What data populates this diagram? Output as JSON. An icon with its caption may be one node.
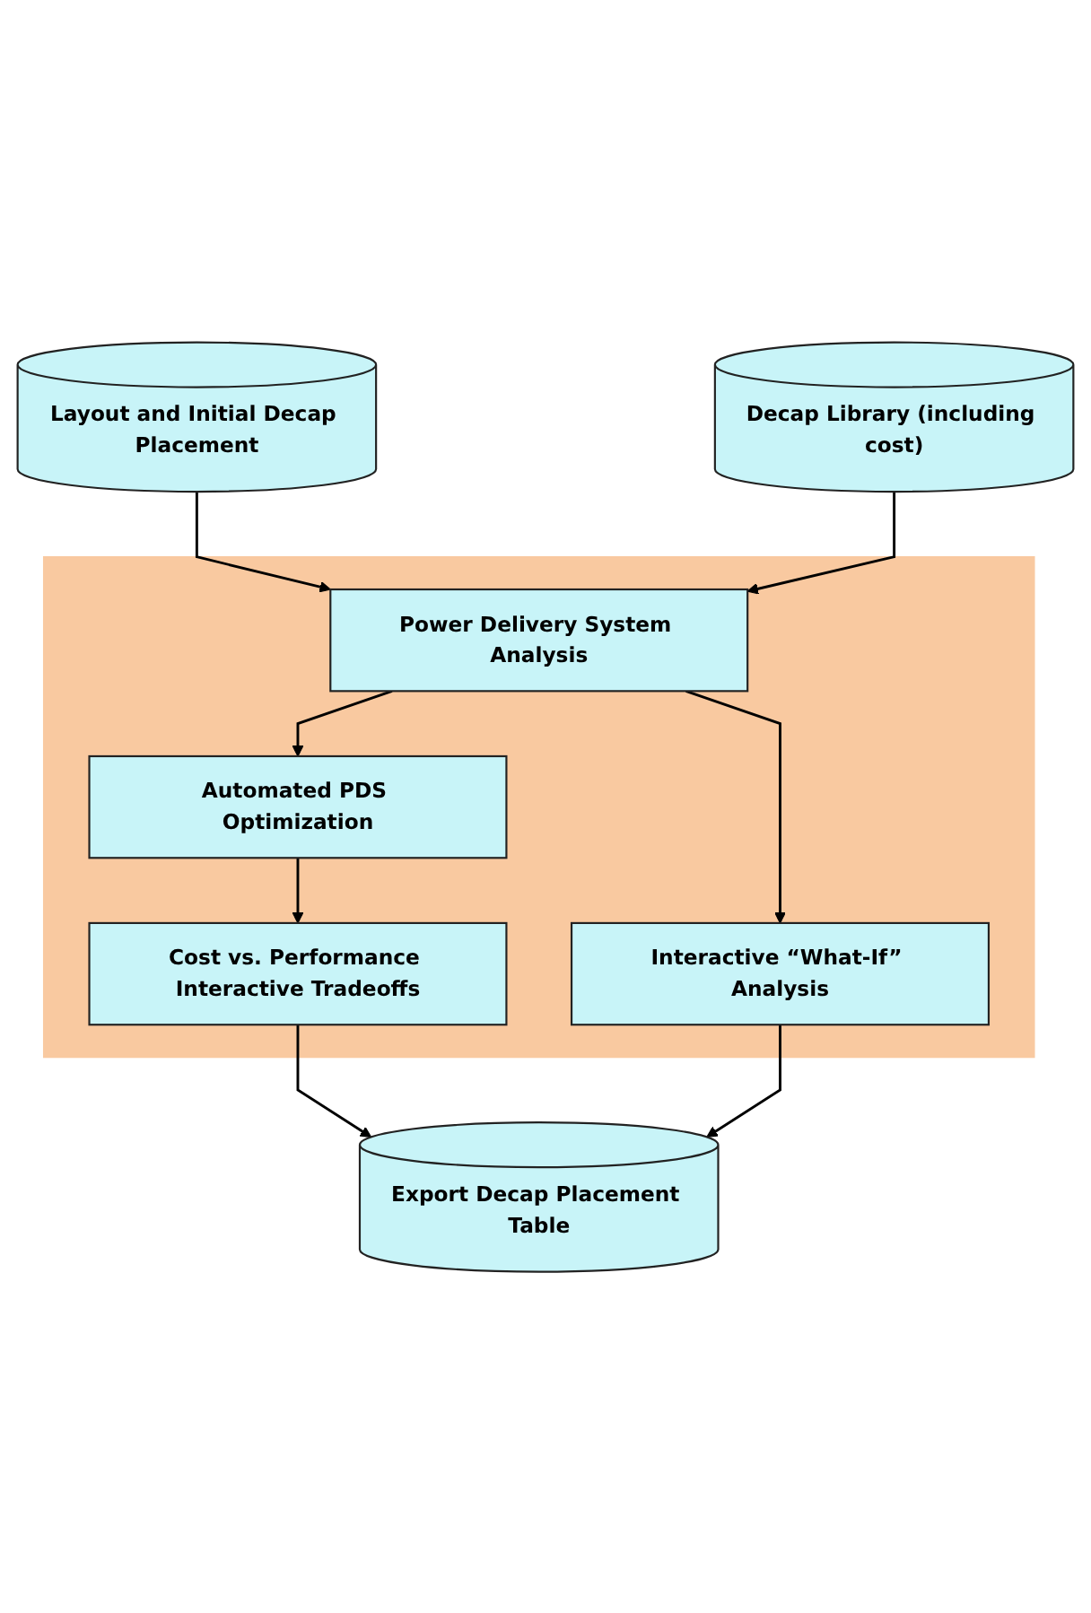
{
  "diagram": {
    "nodes": [
      {
        "text": [
          "Layout and Initial Decap Placement"
        ]
      },
      {
        "text": [
          "Decap Library (including cost)"
        ]
      },
      {
        "text": [],
        "shape": "box"
      },
      {
        "text": [
          "Power Delivery System Analysis"
        ],
        "in": 2
      },
      {
        "text": [
          "Automated PDS Optimization"
        ],
        "in": 2
      },
      {
        "text": [
          "Cost vs. Performance Interactive Tradeoffs"
        ],
        "in": 2
      },
      {
        "text": [
          "Interactive “What-If” Analysis"
        ],
        "in": 2
      },
      {
        "text": [
          "Export Decap Placement Table"
        ]
      }
    ],
    "edges": [
      {
        "from": 0,
        "to": 3,
        "arrow": "to"
      },
      {
        "from": 1,
        "to": 3,
        "arrow": "to"
      },
      {
        "from": 3,
        "to": 4,
        "arrow": "to"
      },
      {
        "from": 3,
        "to": 6,
        "arrow": "to"
      },
      {
        "from": 4,
        "to": 5,
        "arrow": "to"
      },
      {
        "from": 5,
        "to": 7,
        "arrow": "to"
      },
      {
        "from": 6,
        "to": 7,
        "arrow": "to"
      }
    ]
  }
}
